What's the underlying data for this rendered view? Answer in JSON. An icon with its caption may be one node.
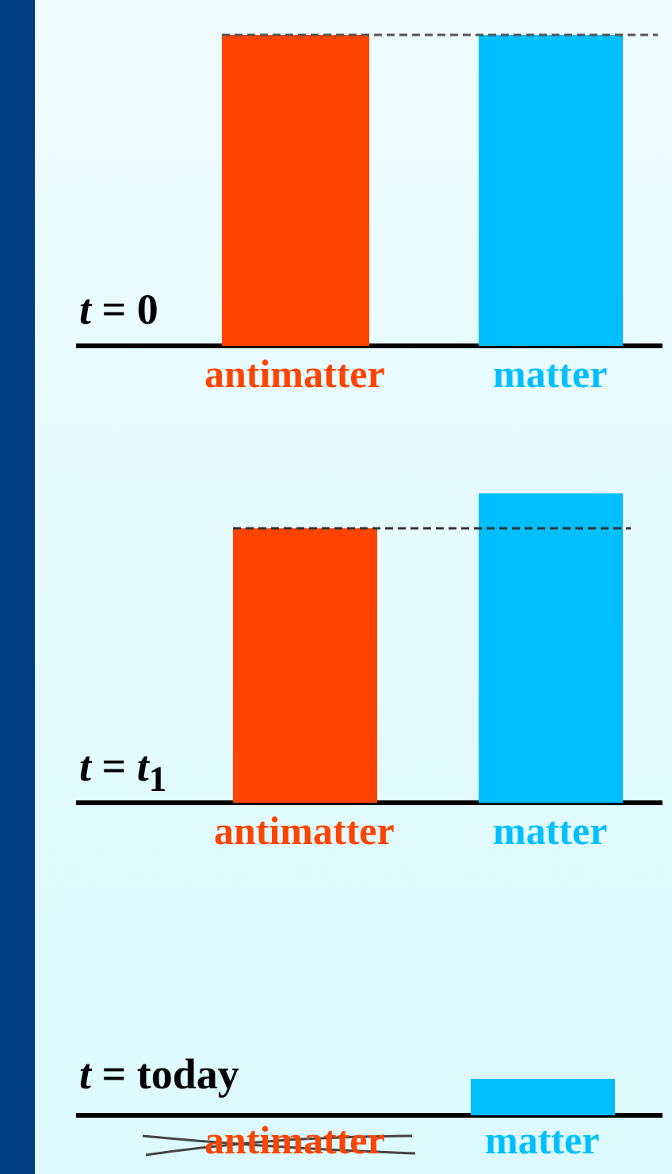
{
  "diagram": {
    "labels": [
      "*t* = 0",
      "antimatter",
      "matter",
      "*t* = *t*$_{1}$",
      "antimatter",
      "matter",
      "*t* = today",
      "antimatter",
      "matter"
    ]
  }
}
